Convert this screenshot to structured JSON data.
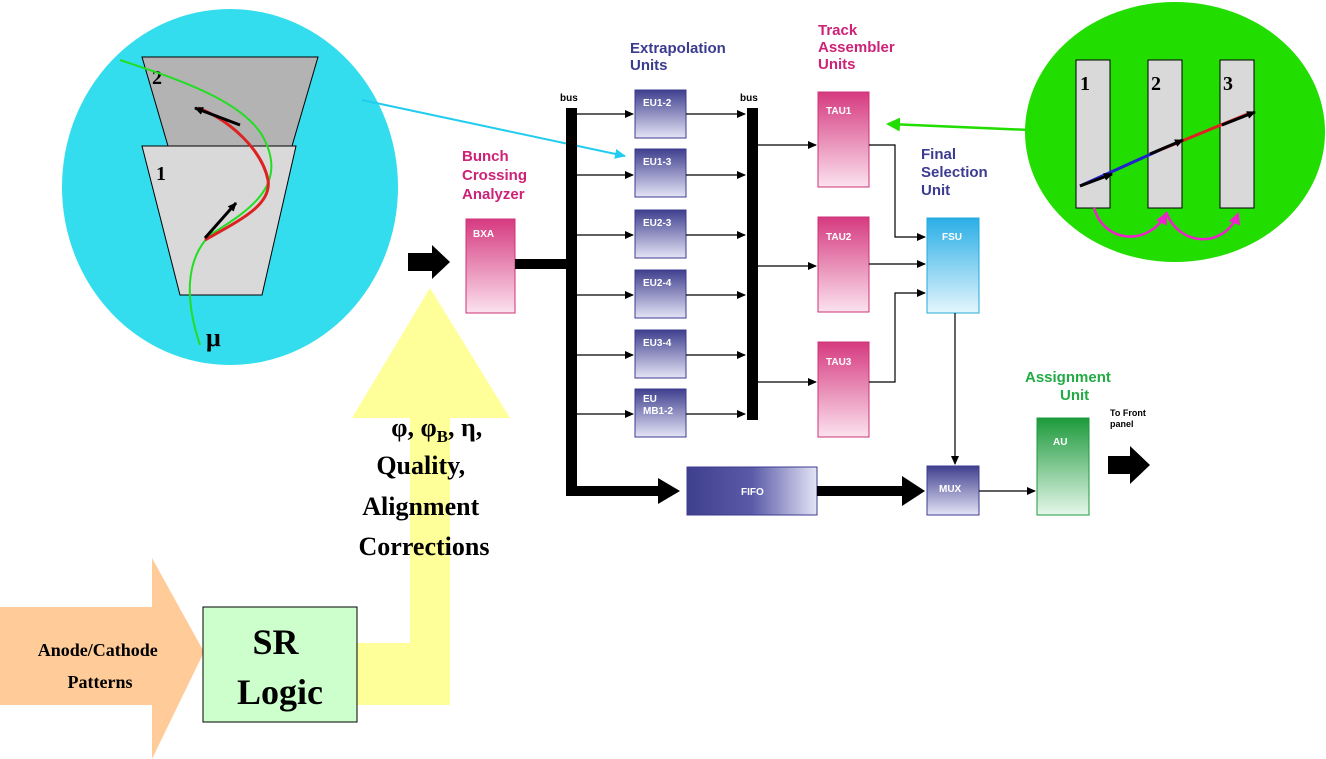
{
  "muon_diagram": {
    "station_1": "1",
    "station_2": "2",
    "muon_symbol": "μ"
  },
  "track_diagram": {
    "stations": [
      "1",
      "2",
      "3"
    ]
  },
  "groups": {
    "extrapolation_units": [
      "Extrapolation",
      "Units"
    ],
    "track_assembler_units": [
      "Track",
      "Assembler",
      "Units"
    ],
    "bunch_crossing_analyzer": [
      "Bunch",
      "Crossing",
      "Analyzer"
    ],
    "final_selection_unit": [
      "Final",
      "Selection",
      "Unit"
    ],
    "assignment_unit": [
      "Assignment",
      "Unit"
    ]
  },
  "bus_labels": [
    "bus",
    "bus"
  ],
  "blocks": {
    "bxa": "BXA",
    "eu": [
      "EU1-2",
      "EU1-3",
      "EU2-3",
      "EU2-4",
      "EU3-4"
    ],
    "eu_mb": [
      "EU",
      "MB1-2"
    ],
    "tau": [
      "TAU1",
      "TAU2",
      "TAU3"
    ],
    "fsu": "FSU",
    "fifo": "FIFO",
    "mux": "MUX",
    "au": "AU"
  },
  "output_label": [
    "To Front",
    "panel"
  ],
  "inputs_text": {
    "line1_phi": "φ, φ",
    "line1_sub": "B",
    "line1_rest": ", η,",
    "line2": "Quality,",
    "line3": "Alignment",
    "line4": "Corrections"
  },
  "anode_label": [
    "Anode/Cathode",
    "Patterns"
  ],
  "sr_logic": [
    "SR",
    "Logic"
  ],
  "colors": {
    "cyan_ellipse": "#33ddee",
    "green_ellipse": "#22dd00",
    "purple_block": "#4b4b99",
    "pink_block": "#dd4488",
    "fsu_block": "#33bbee",
    "au_block": "#22aa44",
    "yellow_arrow": "#ffff99",
    "orange_arrow": "#ffcc99",
    "sr_box": "#ccffcc"
  }
}
